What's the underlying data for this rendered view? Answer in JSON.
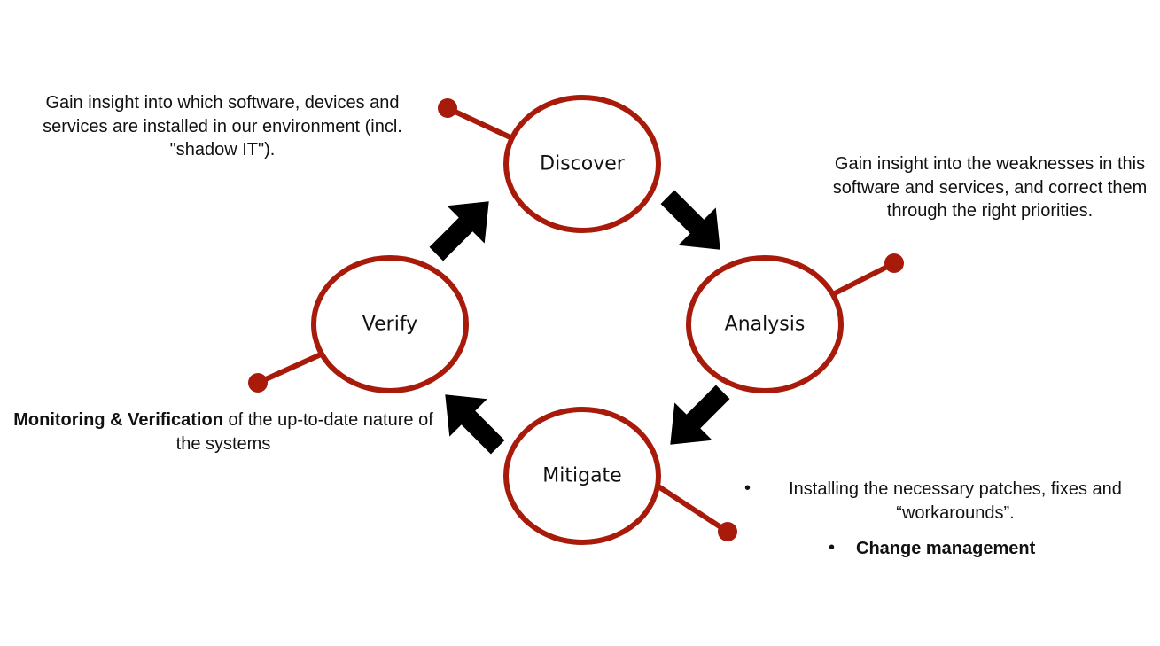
{
  "colors": {
    "cycle_red": "#a81a0a",
    "arrow": "#000000",
    "text": "#111111"
  },
  "nodes": {
    "discover": "Discover",
    "analysis": "Analysis",
    "mitigate": "Mitigate",
    "verify": "Verify"
  },
  "notes": {
    "discover": "Gain insight into which software, devices and services are installed in our environment (incl. \"shadow IT\").",
    "analysis": "Gain insight into the weaknesses in this software and services, and correct them through the right priorities.",
    "verify_bold": "Monitoring & Verification",
    "verify_rest": " of the up-to-date nature of the systems",
    "mitigate_item1": "Installing the necessary patches, fixes and “workarounds”.",
    "mitigate_item2": "Change management",
    "bullet": "•"
  }
}
